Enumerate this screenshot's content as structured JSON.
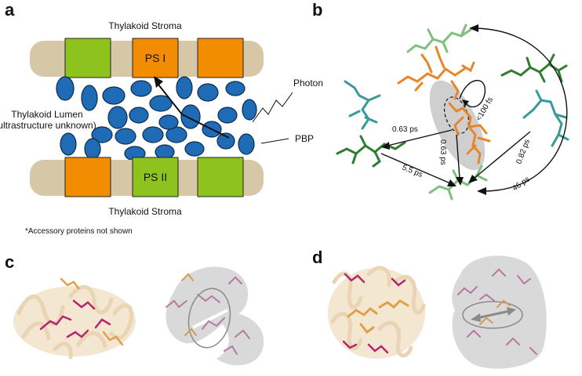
{
  "panels": {
    "a": {
      "letter": "a",
      "stroma_top": "Thylakoid Stroma",
      "stroma_bottom": "Thylakoid Stroma",
      "lumen_line1": "Thylakoid Lumen",
      "lumen_line2": "(ultrastructure unknown)",
      "ps1": "PS I",
      "ps2": "PS II",
      "photon": "Photon",
      "pbp": "PBP",
      "footnote": "*Accessory proteins not shown",
      "colors": {
        "membrane": "#d6c7a6",
        "green_complex": "#8dc21f",
        "orange_complex": "#f28c00",
        "pbp": "#1f6bb5"
      }
    },
    "b": {
      "letter": "b",
      "times": {
        "t1": "0.63 ps",
        "t2": "0.63 ps",
        "t3": "5.5 ps",
        "t4": "0.82 ps",
        "t5": "46 ps",
        "t6": "<100 fs"
      },
      "colors": {
        "orange": "#e8862a",
        "green_light": "#7fbf7f",
        "green_dark": "#2e7d32",
        "teal": "#3a9a9a"
      }
    },
    "c": {
      "letter": "c"
    },
    "d": {
      "letter": "d"
    }
  }
}
